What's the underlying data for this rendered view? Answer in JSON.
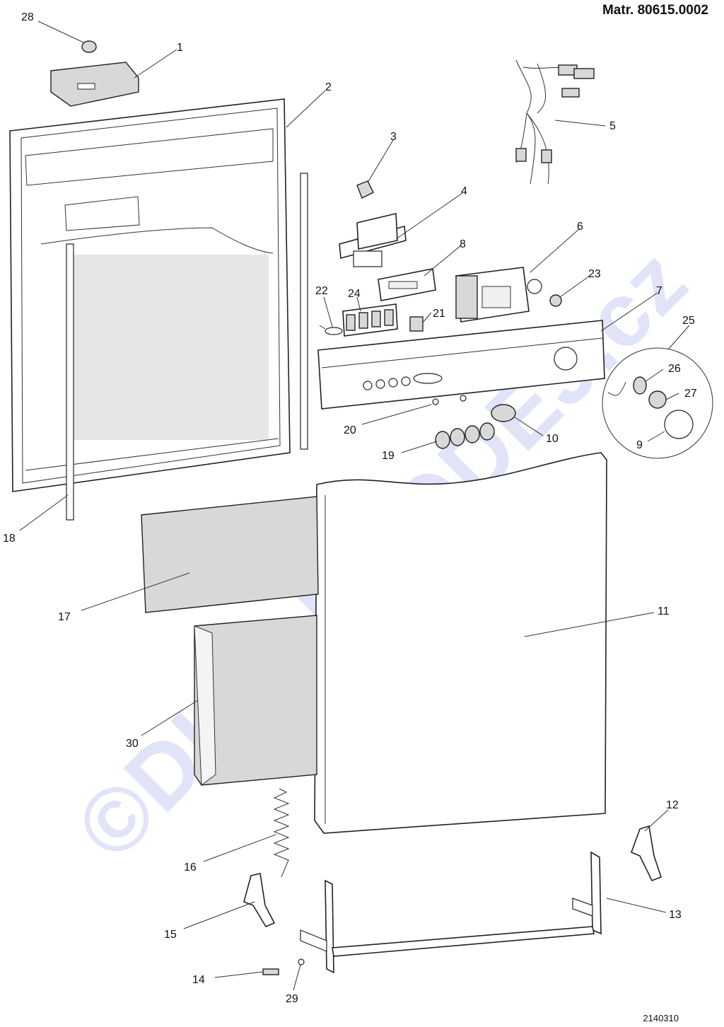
{
  "header": {
    "material": "Matr. 80615.0002"
  },
  "footer": {
    "drawing_code": "2140310"
  },
  "watermark": "©DIJA-PRODEJ.cz",
  "parts": [
    {
      "id": "p28",
      "label": "28"
    },
    {
      "id": "p1",
      "label": "1"
    },
    {
      "id": "p2",
      "label": "2"
    },
    {
      "id": "p3",
      "label": "3"
    },
    {
      "id": "p4",
      "label": "4"
    },
    {
      "id": "p5",
      "label": "5"
    },
    {
      "id": "p6",
      "label": "6"
    },
    {
      "id": "p8",
      "label": "8"
    },
    {
      "id": "p23",
      "label": "23"
    },
    {
      "id": "p7",
      "label": "7"
    },
    {
      "id": "p22",
      "label": "22"
    },
    {
      "id": "p24",
      "label": "24"
    },
    {
      "id": "p21",
      "label": "21"
    },
    {
      "id": "p25",
      "label": "25"
    },
    {
      "id": "p26",
      "label": "26"
    },
    {
      "id": "p27",
      "label": "27"
    },
    {
      "id": "p9",
      "label": "9"
    },
    {
      "id": "p20",
      "label": "20"
    },
    {
      "id": "p10",
      "label": "10"
    },
    {
      "id": "p19",
      "label": "19"
    },
    {
      "id": "p18",
      "label": "18"
    },
    {
      "id": "p17",
      "label": "17"
    },
    {
      "id": "p11",
      "label": "11"
    },
    {
      "id": "p30",
      "label": "30"
    },
    {
      "id": "p12",
      "label": "12"
    },
    {
      "id": "p16",
      "label": "16"
    },
    {
      "id": "p13",
      "label": "13"
    },
    {
      "id": "p15",
      "label": "15"
    },
    {
      "id": "p14",
      "label": "14"
    },
    {
      "id": "p29",
      "label": "29"
    }
  ]
}
